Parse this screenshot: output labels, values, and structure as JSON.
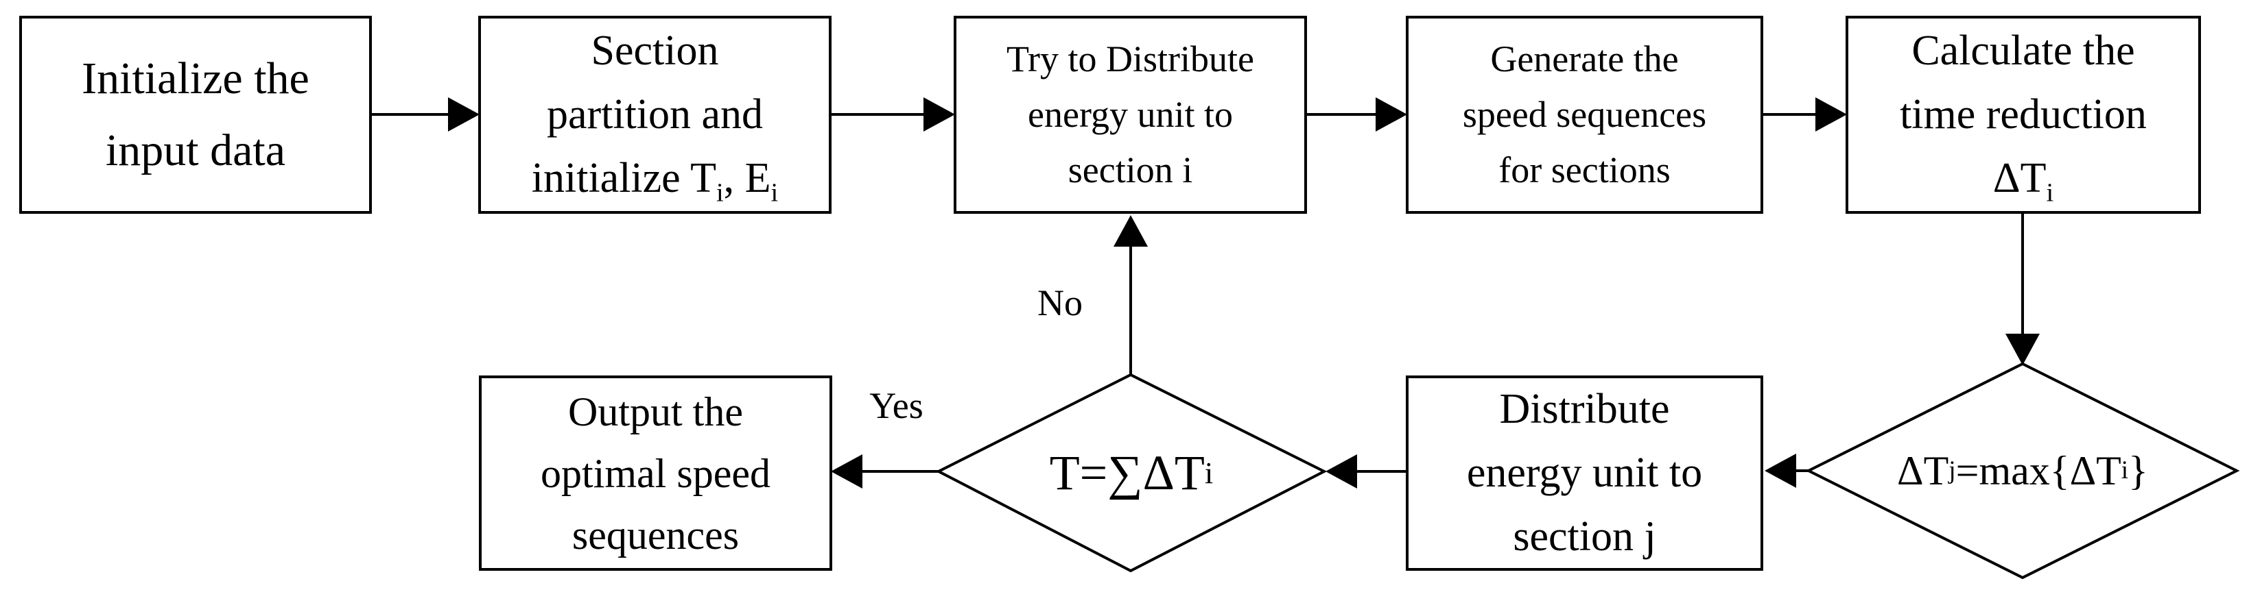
{
  "nodes": {
    "initialize": {
      "lines": [
        [
          "Initialize the"
        ],
        [
          "input data"
        ]
      ]
    },
    "partition": {
      "lines": [
        [
          "Section"
        ],
        [
          "partition and"
        ],
        [
          "initialize T",
          "i",
          ", E",
          "i"
        ]
      ]
    },
    "try_distribute": {
      "lines": [
        [
          "Try to Distribute"
        ],
        [
          "energy unit to"
        ],
        [
          "section i"
        ]
      ]
    },
    "generate": {
      "lines": [
        [
          "Generate the"
        ],
        [
          "speed sequences"
        ],
        [
          "for sections"
        ]
      ]
    },
    "calculate": {
      "lines": [
        [
          "Calculate the"
        ],
        [
          "time reduction"
        ],
        [
          "ΔT",
          "i"
        ]
      ]
    },
    "output": {
      "lines": [
        [
          "Output the"
        ],
        [
          "optimal speed"
        ],
        [
          "sequences"
        ]
      ]
    },
    "distribute_j": {
      "lines": [
        [
          "Distribute"
        ],
        [
          "energy unit to"
        ],
        [
          "section j"
        ]
      ]
    },
    "decision_sum": {
      "segments": [
        "T=∑ΔT",
        "i"
      ]
    },
    "decision_max": {
      "segments": [
        "ΔT",
        "j",
        "=max{ΔT",
        "i",
        "}"
      ]
    }
  },
  "edge_labels": {
    "no": "No",
    "yes": "Yes"
  },
  "colors": {
    "stroke": "#000000",
    "fill": "#ffffff",
    "text": "#000000"
  }
}
